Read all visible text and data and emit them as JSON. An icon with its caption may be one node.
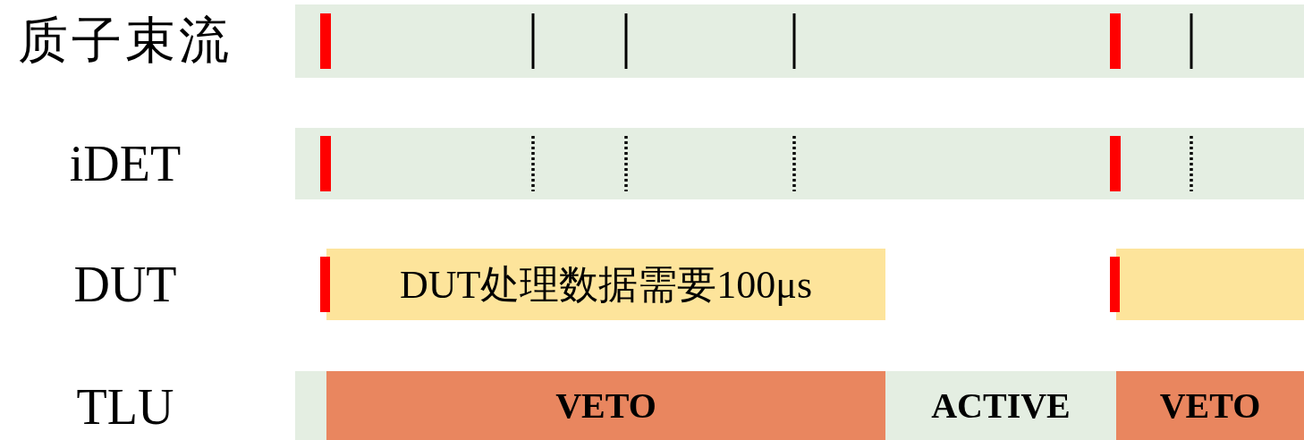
{
  "diagram": {
    "nodes": [
      {
        "text": [
          "DUT处理数据需要100μs"
        ]
      },
      {
        "text": [],
        "shape": "box"
      },
      {
        "text": [
          "VETO"
        ]
      },
      {
        "text": [
          "ACTIVE"
        ]
      },
      {
        "text": [
          "VETO"
        ]
      }
    ],
    "labels": [
      "质子束流",
      "iDET",
      "DUT",
      "TLU"
    ]
  }
}
